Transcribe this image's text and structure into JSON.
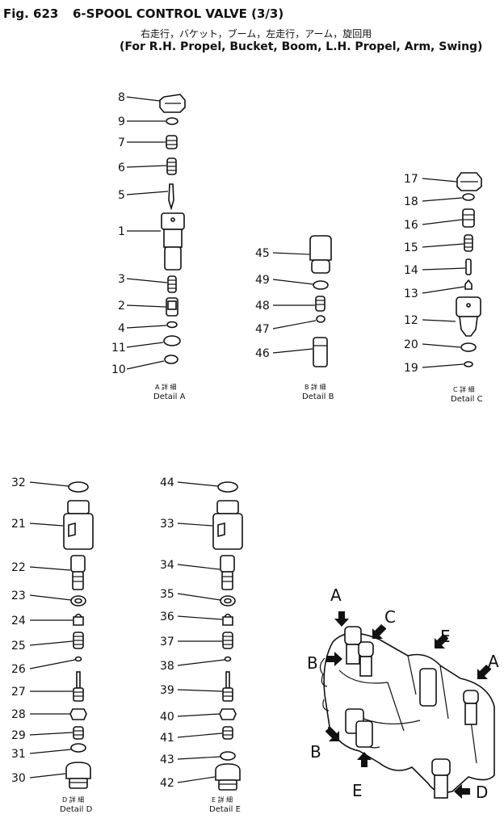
{
  "header": {
    "figure_number": "Fig. 623",
    "title": "6-SPOOL CONTROL VALVE (3/3)",
    "subtitle_jp": "右走行，バケット，ブーム，左走行，アーム，旋回用",
    "subtitle_en": "(For R.H. Propel, Bucket, Boom, L.H. Propel, Arm, Swing)"
  },
  "details": {
    "A": {
      "caption_jp": "A 詳 細",
      "caption": "Detail A",
      "parts": [
        "8",
        "9",
        "7",
        "6",
        "5",
        "1",
        "3",
        "2",
        "4",
        "11",
        "10"
      ]
    },
    "B": {
      "caption_jp": "B 詳 細",
      "caption": "Detail B",
      "parts": [
        "45",
        "49",
        "48",
        "47",
        "46"
      ]
    },
    "C": {
      "caption_jp": "C 詳 細",
      "caption": "Detail C",
      "parts": [
        "17",
        "18",
        "16",
        "15",
        "14",
        "13",
        "12",
        "20",
        "19"
      ]
    },
    "D": {
      "caption_jp": "D 詳 細",
      "caption": "Detail D",
      "parts": [
        "32",
        "21",
        "22",
        "23",
        "24",
        "25",
        "26",
        "27",
        "28",
        "29",
        "31",
        "30"
      ]
    },
    "E": {
      "caption_jp": "E 詳 細",
      "caption": "Detail E",
      "parts": [
        "44",
        "33",
        "34",
        "35",
        "36",
        "37",
        "38",
        "39",
        "40",
        "41",
        "43",
        "42"
      ]
    }
  },
  "assembly_markers": [
    "A",
    "C",
    "B",
    "E",
    "A",
    "B",
    "E",
    "D"
  ]
}
